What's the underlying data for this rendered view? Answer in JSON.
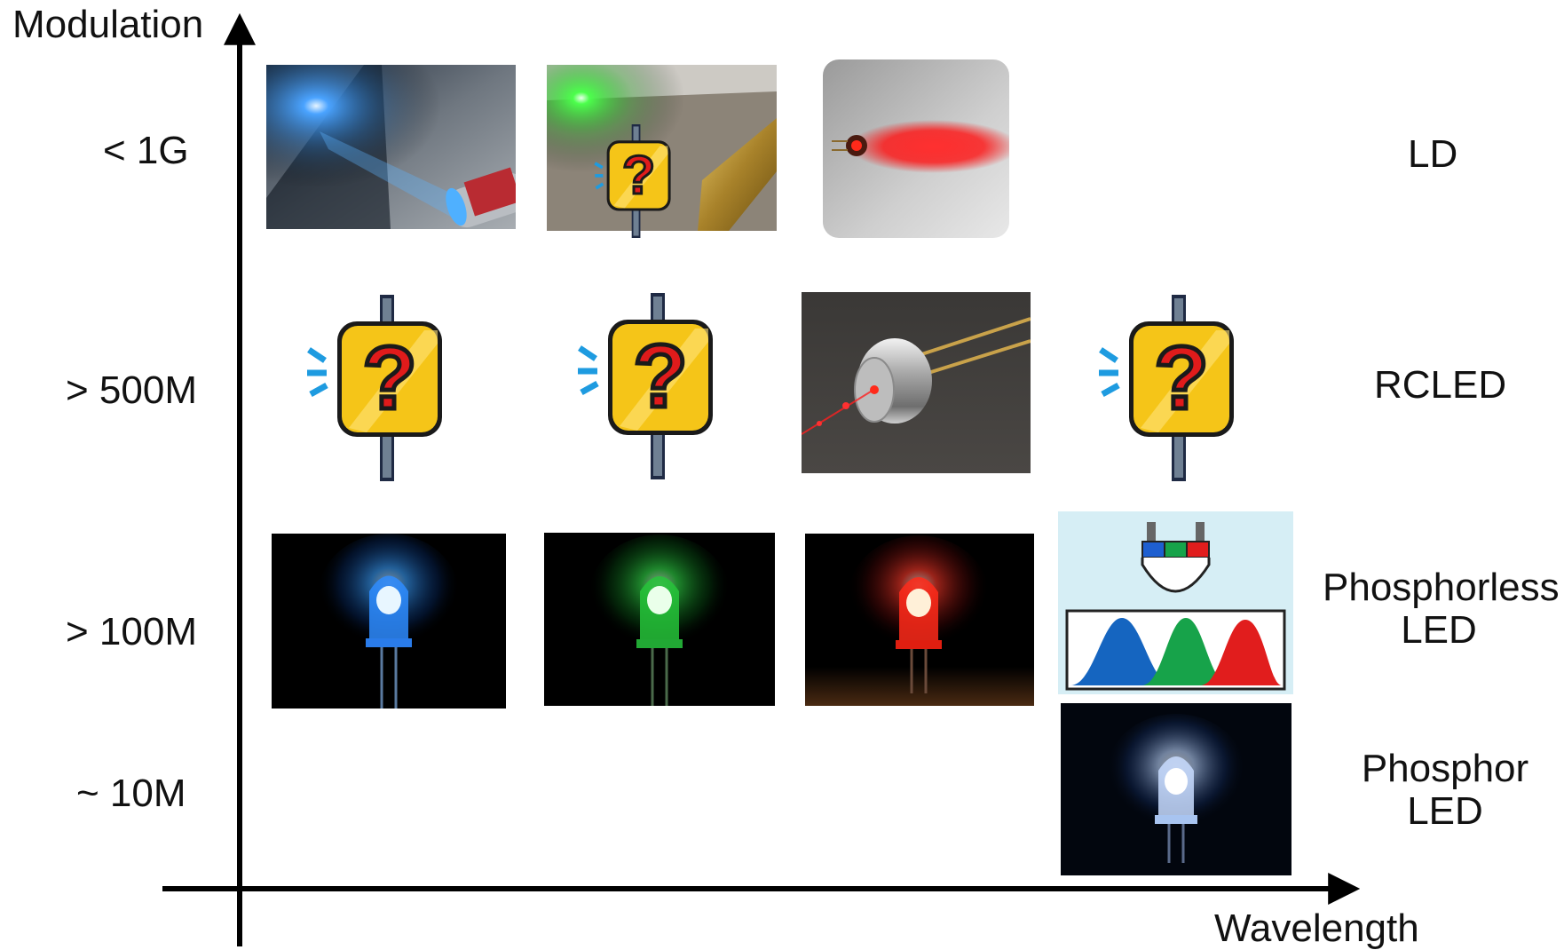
{
  "axes": {
    "y_label": "Modulation",
    "x_label": "Wavelength"
  },
  "y_ticks": [
    "< 1G",
    "> 500M",
    "> 100M",
    "~ 10M"
  ],
  "row_labels": {
    "ld": "LD",
    "rcled": "RCLED",
    "phosphorless": [
      "Phosphorless",
      "LED"
    ],
    "phosphor": [
      "Phosphor",
      "LED"
    ]
  },
  "cells": {
    "ld": [
      "blue-laser-pointer-photo",
      "green-laser-pointer-photo-with-unknown-sign",
      "red-laser-diode-photo"
    ],
    "rcled": [
      "unknown-sign",
      "unknown-sign",
      "red-rcled-to-can-photo",
      "unknown-sign"
    ],
    "phosphorless": [
      "blue-led-photo",
      "green-led-photo",
      "red-led-photo",
      "rgb-led-spectrum-diagram"
    ],
    "phosphor": [
      "white-phosphor-led-photo"
    ]
  },
  "colors": {
    "blue": "#1565c0",
    "green": "#17a34a",
    "red": "#e11d1d",
    "sign_yellow": "#f5c518"
  }
}
